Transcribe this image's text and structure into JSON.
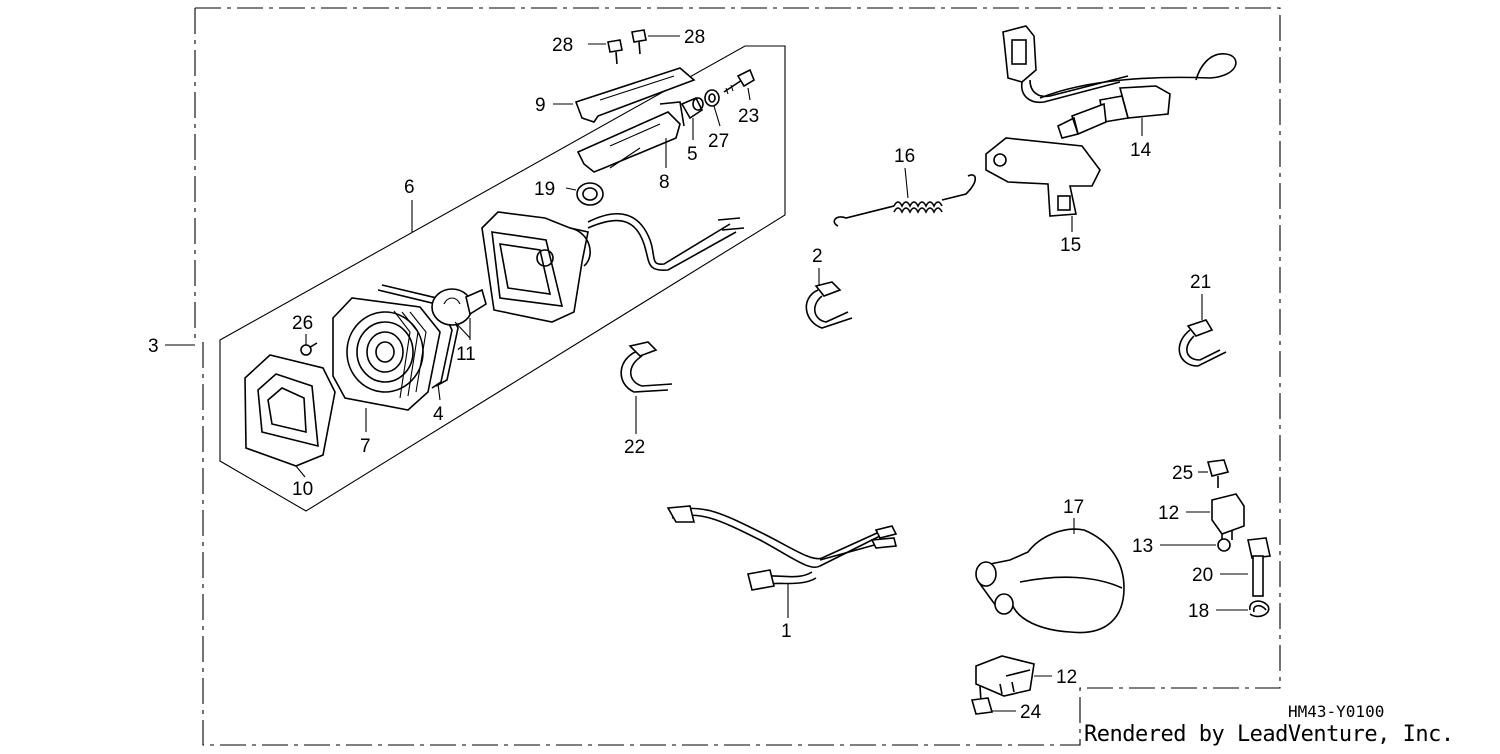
{
  "diagram": {
    "code": "HM43-Y0100",
    "credit": "Rendered by LeadVenture, Inc.",
    "labels": {
      "n1": "1",
      "n2": "2",
      "n3": "3",
      "n4": "4",
      "n5": "5",
      "n6": "6",
      "n7": "7",
      "n8": "8",
      "n9": "9",
      "n10": "10",
      "n11": "11",
      "n12a": "12",
      "n12b": "12",
      "n13": "13",
      "n14": "14",
      "n15": "15",
      "n16": "16",
      "n17": "17",
      "n18": "18",
      "n19": "19",
      "n20": "20",
      "n21": "21",
      "n22": "22",
      "n23": "23",
      "n24": "24",
      "n25": "25",
      "n26": "26",
      "n27": "27",
      "n28a": "28",
      "n28b": "28"
    }
  }
}
